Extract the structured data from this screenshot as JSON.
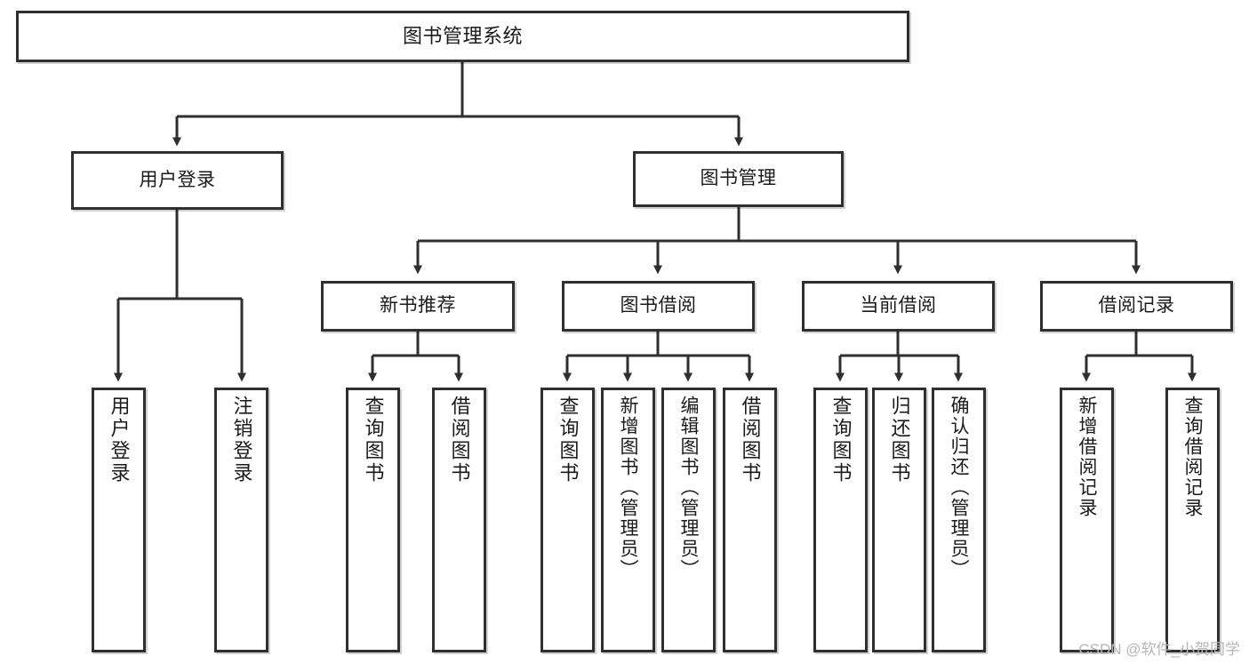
{
  "diagram": {
    "title": "图书管理系统",
    "type": "tree-hierarchy-diagram",
    "style": {
      "background": "#ffffff",
      "box_fill": "#ffffff",
      "box_border": "#2f2f2f",
      "connector": "#2f2f2f",
      "text": "#1b1b1b",
      "watermark": "#b6b6b6"
    },
    "root": {
      "label": "图书管理系统"
    },
    "level2": [
      {
        "label": "用户登录"
      },
      {
        "label": "图书管理"
      }
    ],
    "level3": [
      {
        "label": "新书推荐"
      },
      {
        "label": "图书借阅"
      },
      {
        "label": "当前借阅"
      },
      {
        "label": "借阅记录"
      }
    ],
    "leaves": {
      "user_login": [
        {
          "label": "用户登录"
        },
        {
          "label": "注销登录"
        }
      ],
      "new_book_recommend": [
        {
          "label": "查询图书"
        },
        {
          "label": "借阅图书"
        }
      ],
      "book_borrow": [
        {
          "label": "查询图书"
        },
        {
          "label": "新增图书（管理员）"
        },
        {
          "label": "编辑图书（管理员）"
        },
        {
          "label": "借阅图书"
        }
      ],
      "current_borrow": [
        {
          "label": "查询图书"
        },
        {
          "label": "归还图书"
        },
        {
          "label": "确认归还（管理员）"
        }
      ],
      "borrow_records": [
        {
          "label": "新增借阅记录"
        },
        {
          "label": "查询借阅记录"
        }
      ]
    },
    "watermark": "CSDN @软件_小贺同学"
  }
}
